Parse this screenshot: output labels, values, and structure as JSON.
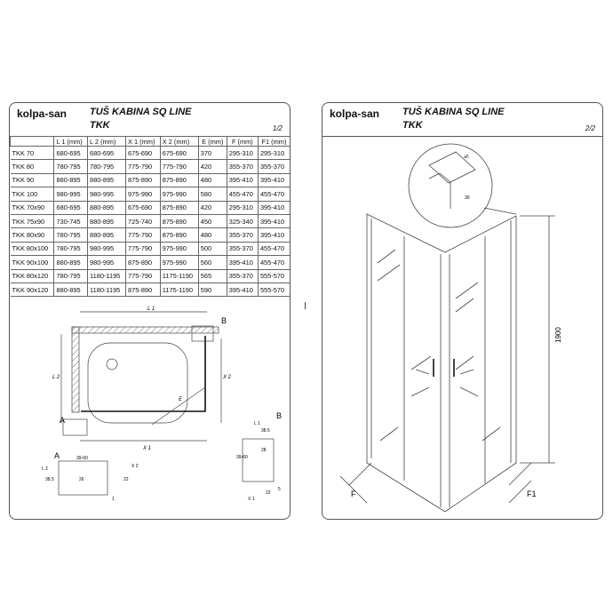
{
  "sheets": [
    {
      "logo": "kolpa-san",
      "title": "TUŠ KABINA SQ LINE",
      "subtitle": "TKK",
      "page": "1/2"
    },
    {
      "logo": "kolpa-san",
      "title": "TUŠ KABINA SQ LINE",
      "subtitle": "TKK",
      "page": "2/2"
    }
  ],
  "table": {
    "headers": [
      "",
      "L 1  (mm)",
      "L 2  (mm)",
      "X 1  (mm)",
      "X 2  (mm)",
      "E (mm)",
      "F (mm)",
      "F1 (mm)"
    ],
    "rows": [
      [
        "TKK 70",
        "680-695",
        "680-695",
        "675-690",
        "675-690",
        "370",
        "295-310",
        "295-310"
      ],
      [
        "TKK 80",
        "780-795",
        "780-795",
        "775-790",
        "775-790",
        "420",
        "355-370",
        "355-370"
      ],
      [
        "TKK 90",
        "880-895",
        "880-895",
        "875-890",
        "875-890",
        "480",
        "395-410",
        "395-410"
      ],
      [
        "TKK 100",
        "980-995",
        "980-995",
        "975-990",
        "975-990",
        "580",
        "455-470",
        "455-470"
      ],
      [
        "TKK 70x90",
        "680-695",
        "880-895",
        "675-690",
        "875-890",
        "420",
        "295-310",
        "395-410"
      ],
      [
        "TKK 75x90",
        "730-745",
        "880-895",
        "725-740",
        "875-890",
        "450",
        "325-340",
        "395-410"
      ],
      [
        "TKK 80x90",
        "780-795",
        "880-895",
        "775-790",
        "875-890",
        "480",
        "355-370",
        "395-410"
      ],
      [
        "TKK 80x100",
        "780-795",
        "980-995",
        "775-790",
        "975-990",
        "500",
        "355-370",
        "455-470"
      ],
      [
        "TKK 90x100",
        "880-895",
        "980-995",
        "875-890",
        "975-990",
        "560",
        "395-410",
        "455-470"
      ],
      [
        "TKK 80x120",
        "780-795",
        "1180-1195",
        "775-790",
        "1175-1190",
        "565",
        "355-370",
        "555-570"
      ],
      [
        "TKK 90x120",
        "880-895",
        "1180-1195",
        "875-890",
        "1175-1190",
        "590",
        "395-410",
        "555-570"
      ]
    ]
  },
  "plan": {
    "l1": "L 1",
    "l2": "L 2",
    "x1": "X 1",
    "x2": "X 2",
    "e": "E",
    "a": "A",
    "b": "B",
    "detail_a": {
      "label": "A",
      "w": "39-60",
      "h": "38.5",
      "l2": "L 2",
      "x2": "X 2",
      "d1": "26",
      "d2": "22",
      "d3": "1"
    },
    "detail_b": {
      "label": "B",
      "l1": "L 1",
      "w": "38.5",
      "h": "39-60",
      "d1": "28",
      "d2": "22",
      "d3": "5",
      "x1": "X 1"
    }
  },
  "elevation": {
    "height": "1900",
    "f": "F",
    "f1": "F1",
    "detail_w": "40",
    "detail_h": "30"
  }
}
